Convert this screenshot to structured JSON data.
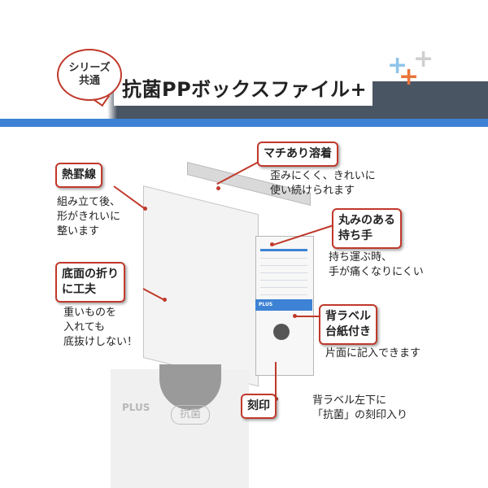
{
  "header": {
    "badge": [
      "シリーズ",
      "共通"
    ],
    "title": "抗菌PPボックスファイル+",
    "accents": [
      "+",
      "+",
      "+"
    ],
    "colors": {
      "band": "#4a5563",
      "blue": "#3d82d4",
      "red": "#c0392b"
    }
  },
  "product": {
    "brand": "PLUS",
    "inset_brand": "PLUS",
    "inset_stamp": "抗菌"
  },
  "features": [
    {
      "name": "熱罫線",
      "description": [
        "組み立て後、",
        "形がきれいに",
        "整います"
      ]
    },
    {
      "name": "マチあり溶着",
      "description": [
        "歪みにくく、きれいに",
        "使い続けられます"
      ]
    },
    {
      "name": "丸みのある\n持ち手",
      "description": [
        "持ち運ぶ時、",
        "手が痛くなりにくい"
      ]
    },
    {
      "name": "底面の折り\nに工夫",
      "description": [
        "重いものを",
        "入れても",
        "底抜けしない！"
      ]
    },
    {
      "name": "背ラベル\n台紙付き",
      "description": [
        "片面に記入できます"
      ]
    },
    {
      "name": "刻印",
      "description": [
        "背ラベル左下に",
        "「抗菌」の刻印入り"
      ]
    }
  ]
}
